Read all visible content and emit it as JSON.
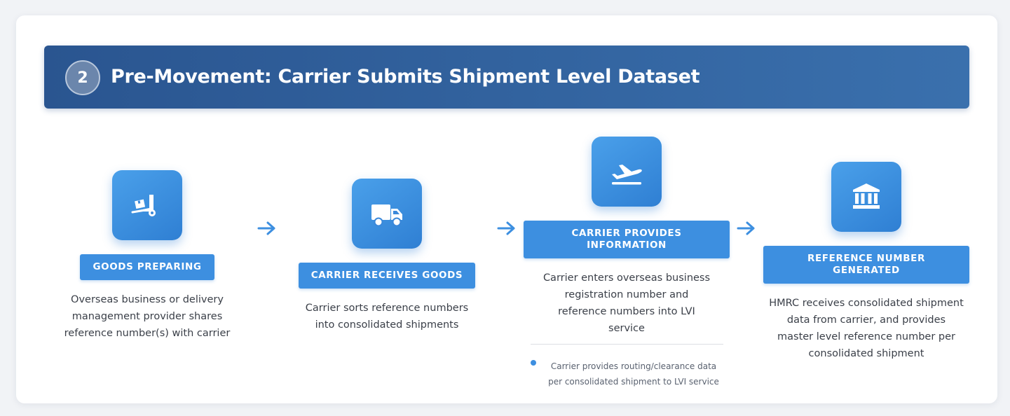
{
  "header": {
    "step_number": "2",
    "title": "Pre-Movement: Carrier Submits Shipment Level Dataset"
  },
  "steps": [
    {
      "icon": "dolly-box-icon",
      "label": "GOODS PREPARING",
      "description": "Overseas business or delivery management provider shares reference number(s) with carrier"
    },
    {
      "icon": "truck-icon",
      "label": "CARRIER RECEIVES GOODS",
      "description": "Carrier sorts reference numbers into consolidated shipments"
    },
    {
      "icon": "plane-departure-icon",
      "label": "CARRIER PROVIDES INFORMATION",
      "description": "Carrier enters overseas business registration number and reference numbers into LVI service",
      "note": "Carrier provides routing/clearance data per consolidated shipment to LVI service"
    },
    {
      "icon": "bank-building-icon",
      "label": "REFERENCE NUMBER GENERATED",
      "description": "HMRC receives consolidated shipment data from carrier, and provides master level reference number per consolidated shipment"
    }
  ],
  "colors": {
    "header_start": "#2a5590",
    "header_end": "#3a70ad",
    "accent": "#3d8fe0",
    "arrow": "#3d8fe0"
  }
}
